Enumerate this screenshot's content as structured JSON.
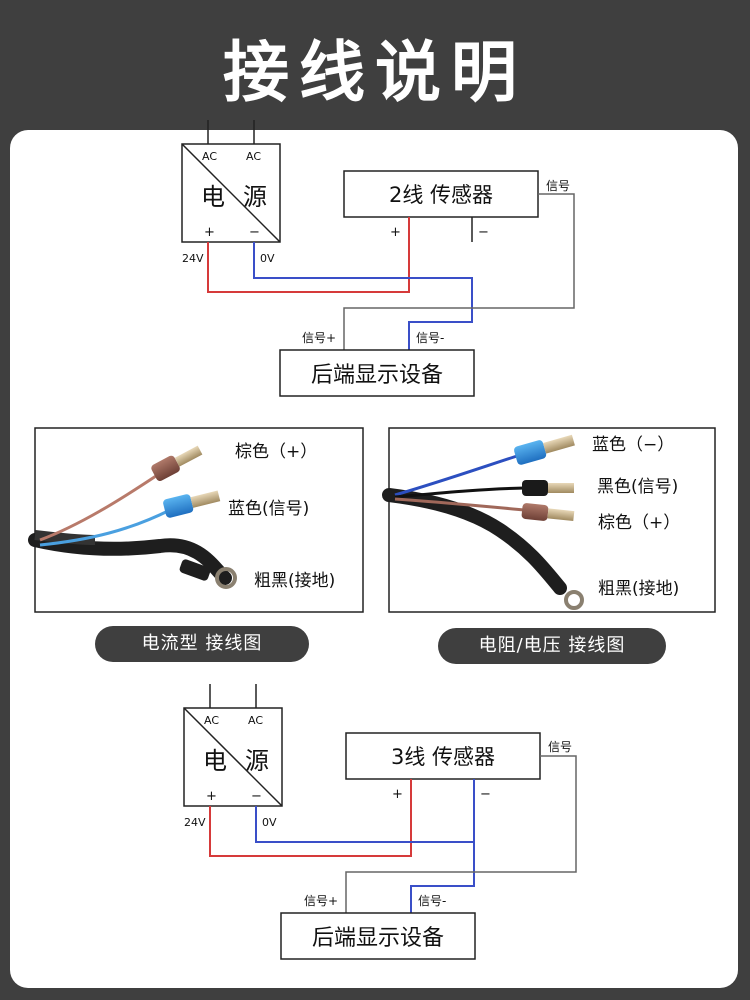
{
  "header": {
    "title": "接线说明"
  },
  "top_diagram": {
    "psu": {
      "ac1": "AC",
      "ac2": "AC",
      "char1": "电",
      "char2": "源",
      "plus": "+",
      "minus": "−",
      "v24": "24V",
      "v0": "0V"
    },
    "sensor": {
      "label": "2线 传感器",
      "plus": "+",
      "minus": "−",
      "signal": "信号"
    },
    "display": {
      "label": "后端显示设备",
      "sig_plus": "信号+",
      "sig_minus": "信号-"
    }
  },
  "photo_left": {
    "labels": {
      "brown": "棕色（+）",
      "blue": "蓝色(信号)",
      "ground": "粗黑(接地)"
    },
    "caption": "电流型 接线图"
  },
  "photo_right": {
    "labels": {
      "blue": "蓝色（−）",
      "black": "黑色(信号)",
      "brown": "棕色（+）",
      "ground": "粗黑(接地)"
    },
    "caption": "电阻/电压 接线图"
  },
  "bottom_diagram": {
    "psu": {
      "ac1": "AC",
      "ac2": "AC",
      "char1": "电",
      "char2": "源",
      "plus": "+",
      "minus": "−",
      "v24": "24V",
      "v0": "0V"
    },
    "sensor": {
      "label": "3线 传感器",
      "plus": "+",
      "minus": "−",
      "signal": "信号"
    },
    "display": {
      "label": "后端显示设备",
      "sig_plus": "信号+",
      "sig_minus": "信号-"
    }
  },
  "colors": {
    "red_wire": "#d63a3a",
    "blue_wire": "#3a4fc8",
    "gray_wire": "#666666",
    "header_bg": "#3f3f3f"
  }
}
